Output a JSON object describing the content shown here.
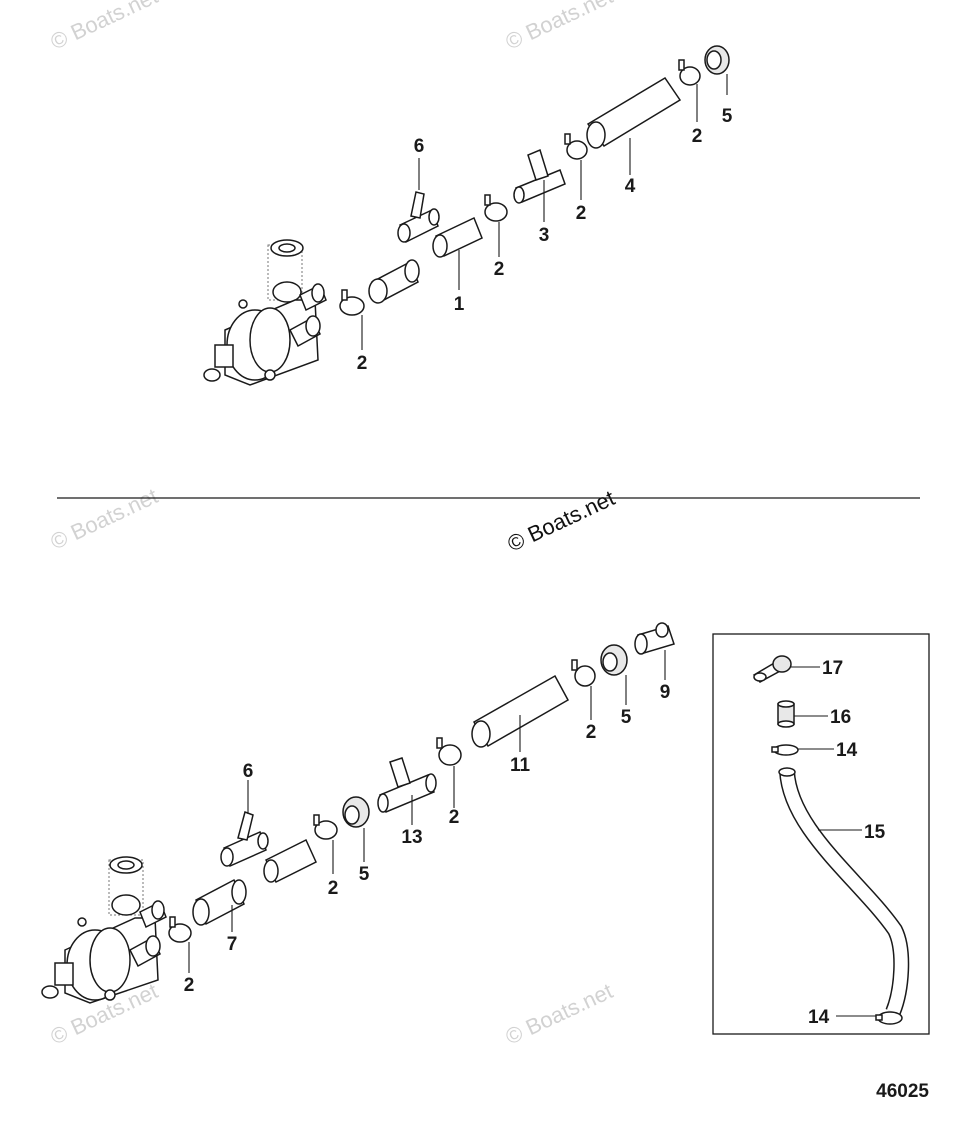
{
  "watermarks": {
    "text": "© Boats.net",
    "main": "© Boats.net"
  },
  "top_assembly": {
    "labels": [
      "6",
      "5",
      "2",
      "4",
      "2",
      "3",
      "2",
      "1",
      "2"
    ]
  },
  "bottom_assembly": {
    "labels": [
      "9",
      "5",
      "2",
      "11",
      "6",
      "2",
      "13",
      "5",
      "2",
      "7",
      "2"
    ]
  },
  "kit_box": {
    "labels": [
      "17",
      "16",
      "14",
      "15",
      "14"
    ]
  },
  "diagram_number": "46025"
}
